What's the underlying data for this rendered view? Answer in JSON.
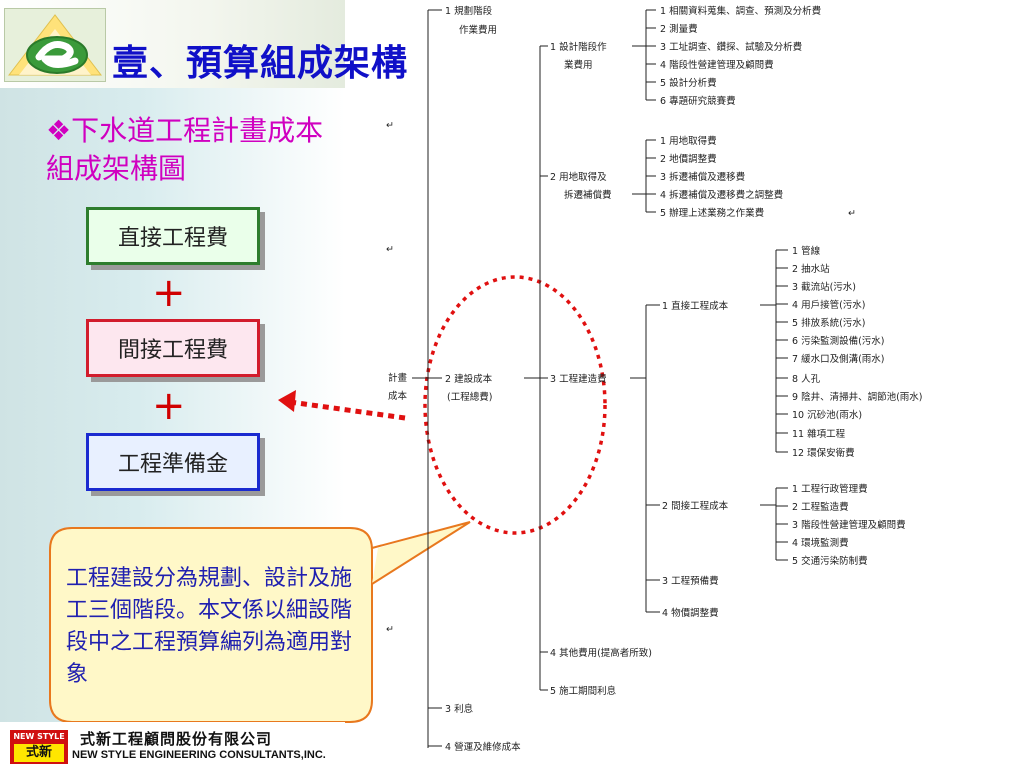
{
  "title": "壹、預算組成架構",
  "subtitle": "❖下水道工程計畫成本組成架構圖",
  "boxes": {
    "direct": "直接工程費",
    "indirect": "間接工程費",
    "reserve": "工程準備金"
  },
  "plus_sign": "+",
  "callout": "工程建設分為規劃、設計及施工三個階段。本文係以細設階段中之工程預算編列為適用對象",
  "company": {
    "badge_top": "NEW STYLE",
    "badge_bottom": "式新",
    "name_zh": "式新工程顧問股份有限公司",
    "name_en": "NEW  STYLE ENGINEERING CONSULTANTS,INC."
  },
  "tree": {
    "root": [
      "計畫",
      "成本"
    ],
    "level1": [
      {
        "label": [
          "1 規劃階段",
          "作業費用"
        ]
      },
      {
        "label": [
          "2 建設成本",
          "(工程總費)"
        ]
      },
      {
        "label": [
          "3 利息"
        ]
      },
      {
        "label": [
          "4 營運及維修成本"
        ]
      }
    ],
    "design_stage": [
      "1 設計階段作",
      "業費用"
    ],
    "design_items": [
      "1 相關資料蒐集、調查、預測及分析費",
      "2 測量費",
      "3 工址調查、鑽探、試驗及分析費",
      "4 階段性營建管理及顧問費",
      "5 設計分析費",
      "6 專題研究競賽費"
    ],
    "land_stage": [
      "2 用地取得及",
      "拆遷補償費"
    ],
    "land_items": [
      "1 用地取得費",
      "2 地價調整費",
      "3 拆遷補償及遷移費",
      "4 拆遷補償及遷移費之調整費",
      "5 辦理上述業務之作業費"
    ],
    "works_stage": "3 工程建造費",
    "direct_stage": "1 直接工程成本",
    "direct_items": [
      "1 管線",
      "2 抽水站",
      "3 截流站(污水)",
      "4 用戶接管(污水)",
      "5 排放系統(污水)",
      "6 污染監測設備(污水)",
      "7 緩水口及側溝(雨水)",
      "8 人孔",
      "9 陰井、清掃井、調節池(雨水)",
      "10 沉砂池(雨水)",
      "11 雜項工程",
      "12 環保安衛費"
    ],
    "indirect_stage": "2 間接工程成本",
    "indirect_items": [
      "1 工程行政管理費",
      "2 工程監造費",
      "3 階段性營建管理及顧問費",
      "4 環境監測費",
      "5 交通污染防制費"
    ],
    "reserve_stage": "3 工程預備費",
    "price_stage": "4 物價調整費",
    "other_stage": "4 其他費用(提高者所致)",
    "interest_stage": "5 施工期間利息"
  }
}
